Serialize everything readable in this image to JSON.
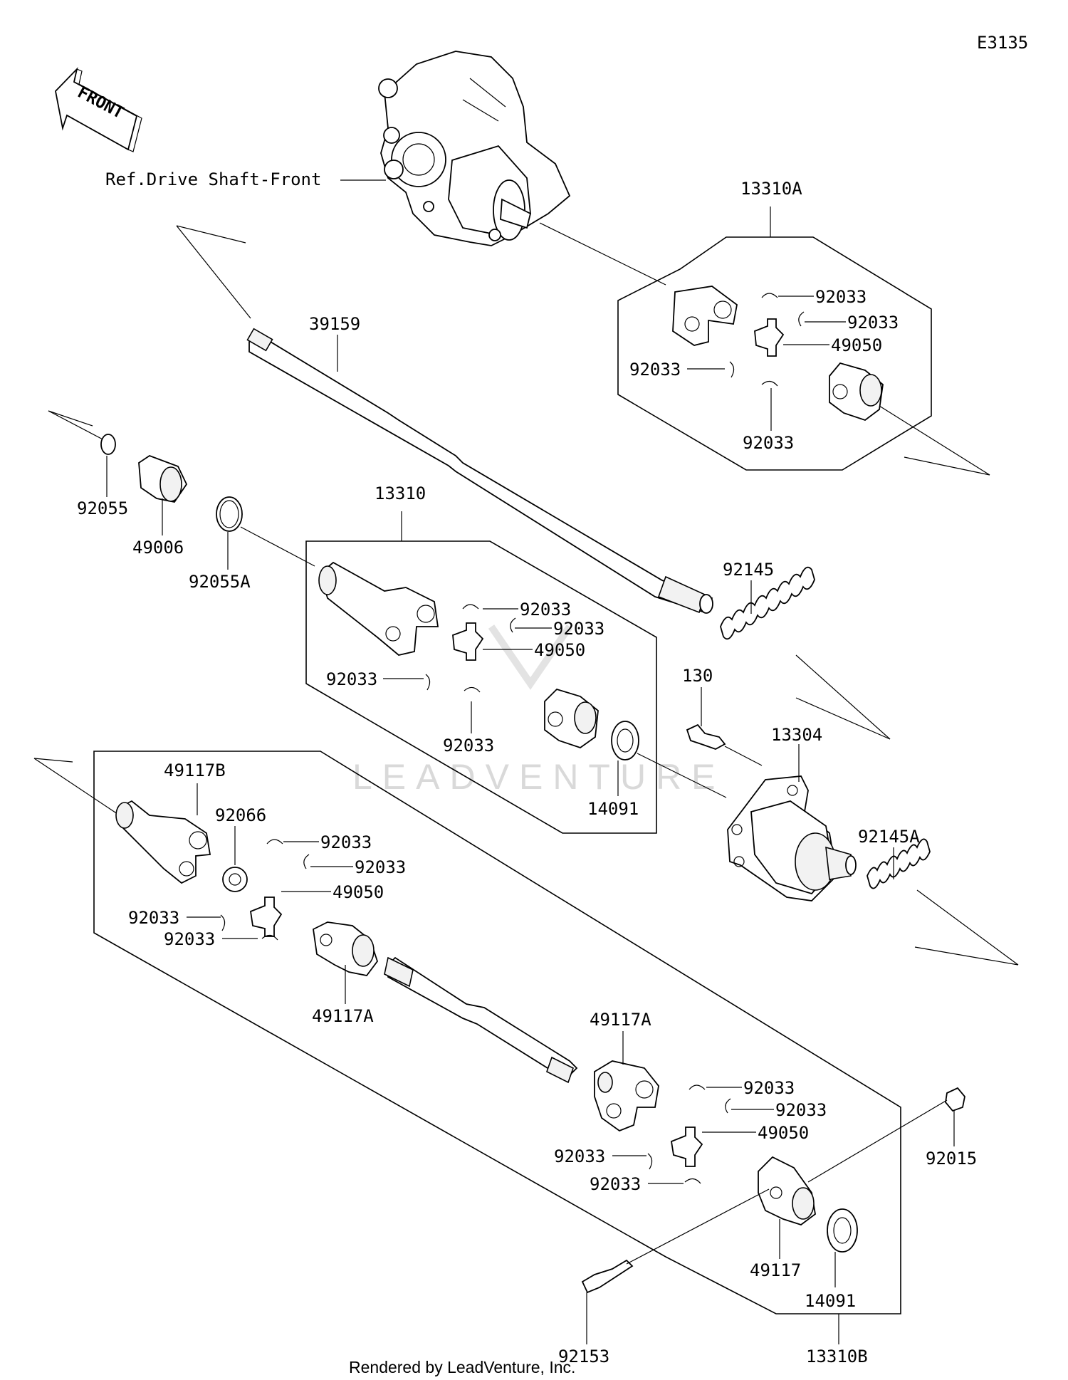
{
  "diagram_code": "E3135",
  "direction_arrow": "FRONT",
  "reference_label": "Ref.Drive Shaft-Front",
  "watermark": "LEADVENTURE",
  "credit": "Rendered by LeadVenture, Inc.",
  "callouts": {
    "p13310A": "13310A",
    "p13310": "13310",
    "p13310B": "13310B",
    "p39159": "39159",
    "p92055": "92055",
    "p92055A": "92055A",
    "p49006": "49006",
    "p92145": "92145",
    "p92145A": "92145A",
    "p130": "130",
    "p13304": "13304",
    "p14091_a": "14091",
    "p14091_b": "14091",
    "p49117B": "49117B",
    "p92066": "92066",
    "p49117A_a": "49117A",
    "p49117A_b": "49117A",
    "p49117": "49117",
    "p92015": "92015",
    "p92153": "92153",
    "p49050_a": "49050",
    "p49050_b": "49050",
    "p49050_c": "49050",
    "p49050_d": "49050",
    "c_a1": "92033",
    "c_a2": "92033",
    "c_a3": "92033",
    "c_a4": "92033",
    "c_b1": "92033",
    "c_b2": "92033",
    "c_b3": "92033",
    "c_b4": "92033",
    "c_c1": "92033",
    "c_c2": "92033",
    "c_c3": "92033",
    "c_c4": "92033",
    "c_d1": "92033",
    "c_d2": "92033",
    "c_d3": "92033",
    "c_d4": "92033"
  }
}
